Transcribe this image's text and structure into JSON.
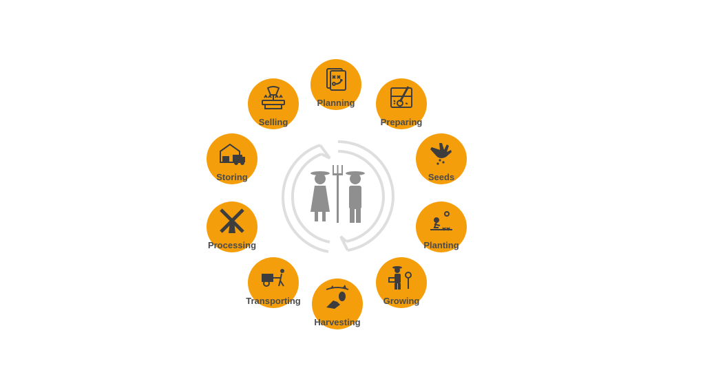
{
  "diagram": {
    "colors": {
      "node_fill": "#F59E0B",
      "icon": "#3d3d3d",
      "label": "#4b4b4b",
      "cycle_ring": "#dedede",
      "center_figures": "#8f8f8f"
    },
    "center_icon": "farmer-couple-icon",
    "stages": [
      {
        "label": "Planning",
        "icon": "planning-icon"
      },
      {
        "label": "Preparing",
        "icon": "preparing-icon"
      },
      {
        "label": "Seeds",
        "icon": "seeds-icon"
      },
      {
        "label": "Planting",
        "icon": "planting-icon"
      },
      {
        "label": "Growing",
        "icon": "growing-icon"
      },
      {
        "label": "Harvesting",
        "icon": "harvesting-icon"
      },
      {
        "label": "Transporting",
        "icon": "transporting-icon"
      },
      {
        "label": "Processing",
        "icon": "processing-icon"
      },
      {
        "label": "Storing",
        "icon": "storing-icon"
      },
      {
        "label": "Selling",
        "icon": "selling-icon"
      }
    ]
  }
}
